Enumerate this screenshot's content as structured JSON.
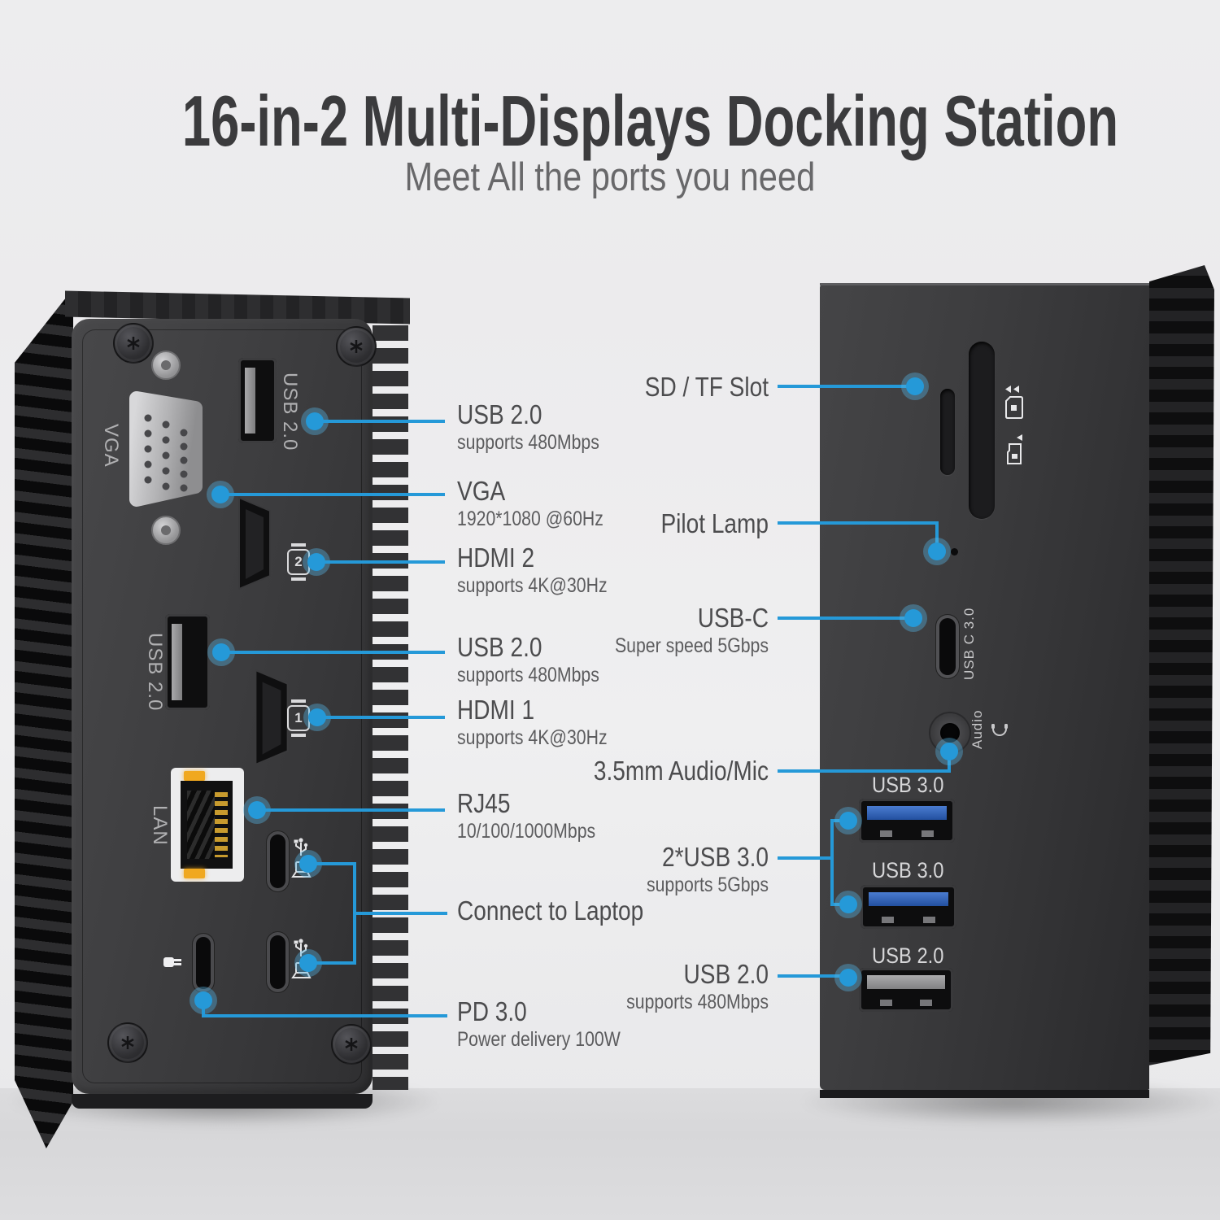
{
  "header": {
    "title": "16-in-2 Multi-Displays Docking Station",
    "subtitle": "Meet All the ports you need"
  },
  "colors": {
    "accent_line": "#2599d8"
  },
  "callouts_left": [
    {
      "label": "USB 2.0",
      "sub": "supports 480Mbps"
    },
    {
      "label": "VGA",
      "sub": "1920*1080 @60Hz"
    },
    {
      "label": "HDMI 2",
      "sub": "supports 4K@30Hz"
    },
    {
      "label": "USB 2.0",
      "sub": "supports 480Mbps"
    },
    {
      "label": "HDMI 1",
      "sub": "supports 4K@30Hz"
    },
    {
      "label": "RJ45",
      "sub": "10/100/1000Mbps"
    },
    {
      "label": "Connect to Laptop"
    },
    {
      "label": "PD 3.0",
      "sub": "Power delivery 100W"
    }
  ],
  "callouts_right": [
    {
      "label": "SD / TF Slot"
    },
    {
      "label": "Pilot Lamp"
    },
    {
      "label": "USB-C",
      "sub": "Super speed 5Gbps"
    },
    {
      "label": "3.5mm Audio/Mic"
    },
    {
      "label": "2*USB 3.0",
      "sub": "supports 5Gbps"
    },
    {
      "label": "USB 2.0",
      "sub": "supports 480Mbps"
    }
  ],
  "left_device": {
    "vga_label": "VGA",
    "usb_top_label": "USB 2.0",
    "usb_mid_label": "USB 2.0",
    "lan_label": "LAN",
    "hdmi2_badge": "2",
    "hdmi1_badge": "1"
  },
  "right_device": {
    "usbc_label": "USB C 3.0",
    "audio_label": "Audio",
    "usb3_top_label": "USB 3.0",
    "usb3_bottom_label": "USB 3.0",
    "usb2_label": "USB 2.0"
  }
}
